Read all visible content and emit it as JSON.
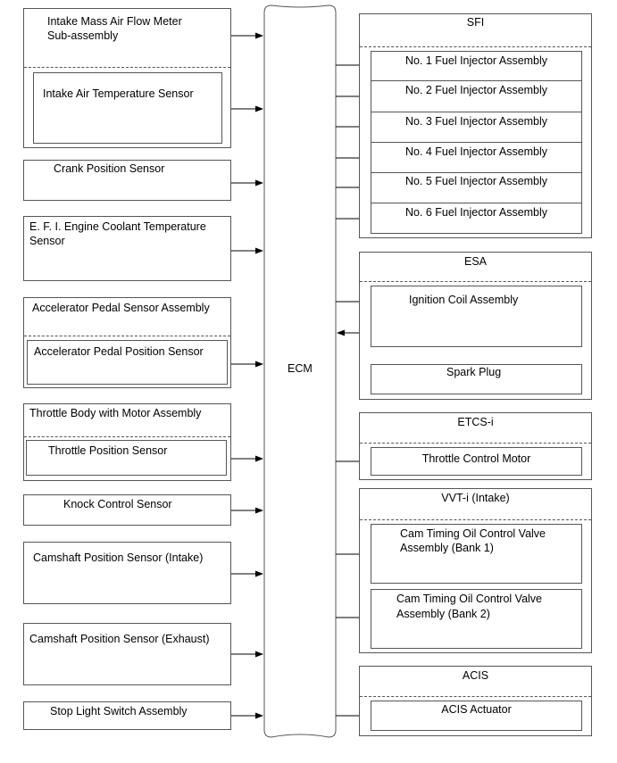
{
  "ecm": {
    "label": "ECM"
  },
  "inputs": {
    "maf": {
      "label_line1": "Intake Mass Air Flow Meter",
      "label_line2": "Sub-assembly",
      "sub": "Intake Air Temperature Sensor"
    },
    "crank": {
      "label": "Crank Position Sensor"
    },
    "coolant": {
      "label_line1": "E. F. I. Engine Coolant Temperature",
      "label_line2": "Sensor"
    },
    "accel": {
      "label": "Accelerator Pedal Sensor Assembly",
      "sub": "Accelerator Pedal Position Sensor"
    },
    "throttle": {
      "label": "Throttle Body with Motor Assembly",
      "sub": "Throttle Position Sensor"
    },
    "knock": {
      "label": "Knock Control Sensor"
    },
    "cam_intake": {
      "label": "Camshaft Position Sensor (Intake)"
    },
    "cam_exhaust": {
      "label": "Camshaft Position Sensor (Exhaust)"
    },
    "stop_light": {
      "label": "Stop Light Switch Assembly"
    }
  },
  "outputs": {
    "sfi": {
      "title": "SFI",
      "items": [
        "No. 1 Fuel Injector Assembly",
        "No. 2 Fuel Injector Assembly",
        "No. 3 Fuel Injector Assembly",
        "No. 4 Fuel Injector Assembly",
        "No. 5 Fuel Injector Assembly",
        "No. 6 Fuel Injector Assembly"
      ]
    },
    "esa": {
      "title": "ESA",
      "coil": "Ignition Coil Assembly",
      "plug": "Spark Plug"
    },
    "etcs": {
      "title": "ETCS-i",
      "motor": "Throttle Control Motor"
    },
    "vvt": {
      "title": "VVT-i (Intake)",
      "valve1_line1": "Cam Timing Oil Control Valve",
      "valve1_line2": "Assembly (Bank 1)",
      "valve2_line1": "Cam Timing Oil Control Valve",
      "valve2_line2": "Assembly (Bank 2)"
    },
    "acis": {
      "title": "ACIS",
      "actuator": "ACIS Actuator"
    }
  }
}
